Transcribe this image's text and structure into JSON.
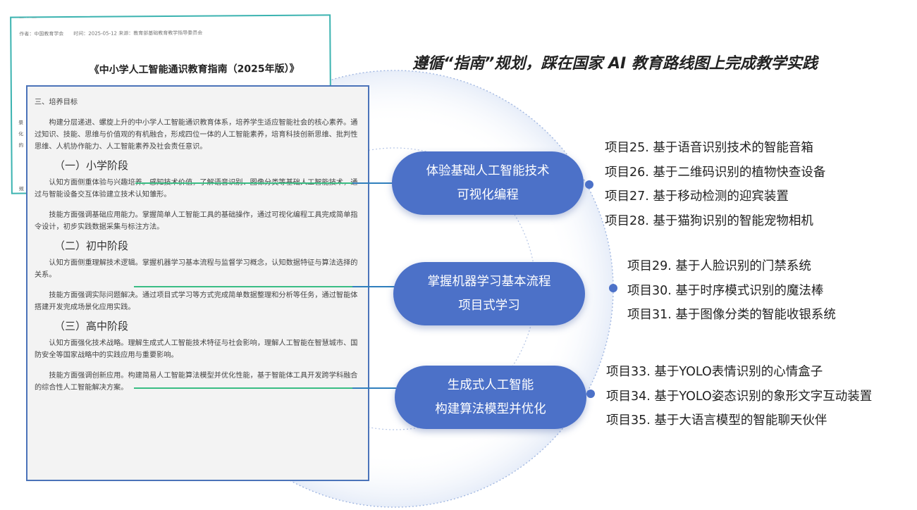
{
  "headline": "遵循“指南”规划，踩在国家 AI 教育路线图上完成教学实践",
  "back_doc": {
    "meta": "作者：中国教育学会　　时间：2025-05-12 来源：教育部基础教育教学指导委员会",
    "title": "《中小学人工智能通识教育指南（2025年版）》",
    "edge_fragments": [
      "景",
      "化",
      "的",
      "规"
    ]
  },
  "front_doc": {
    "section_heading": "三、培养目标",
    "intro": "构建分层递进、螺旋上升的中小学人工智能通识教育体系，培养学生适应智能社会的核心素养。通过知识、技能、思维与价值观的有机融合，形成四位一体的人工智能素养，培育科技创新思维、批判性思维、人机协作能力、人工智能素养及社会责任意识。",
    "stages": [
      {
        "title": "（一）小学阶段",
        "paras": [
          "认知方面侧重体验与兴趣培养。感知技术价值，了解语音识别、图像分类等基础人工智能技术，通过与智能设备交互体验建立技术认知雏形。",
          "技能方面强调基础应用能力。掌握简单人工智能工具的基础操作，通过可视化编程工具完成简单指令设计，初步实践数据采集与标注方法。"
        ]
      },
      {
        "title": "（二）初中阶段",
        "paras": [
          "认知方面侧重理解技术逻辑。掌握机器学习基本流程与监督学习概念，认知数据特征与算法选择的关系。",
          "技能方面强调实际问题解决。通过项目式学习等方式完成简单数据整理和分析等任务，通过智能体搭建开发完成场景化应用实践。"
        ]
      },
      {
        "title": "（三）高中阶段",
        "paras": [
          "认知方面强化技术战略。理解生成式人工智能技术特征与社会影响，理解人工智能在智慧城市、国防安全等国家战略中的实践应用与重要影响。",
          "技能方面强调创新应用。构建简易人工智能算法模型并优化性能，基于智能体工具开发跨学科融合的综合性人工智能解决方案。"
        ]
      }
    ]
  },
  "pills": [
    {
      "line1": "体验基础人工智能技术",
      "line2": "可视化编程"
    },
    {
      "line1": "掌握机器学习基本流程",
      "line2": "项目式学习"
    },
    {
      "line1": "生成式人工智能",
      "line2": "构建算法模型并优化"
    }
  ],
  "project_groups": [
    [
      "项目25. 基于语音识别技术的智能音箱",
      "项目26. 基于二维码识别的植物快查设备",
      "项目27. 基于移动检测的迎宾装置",
      "项目28. 基于猫狗识别的智能宠物相机"
    ],
    [
      "项目29. 基于人脸识别的门禁系统",
      "项目30. 基于时序模式识别的魔法棒",
      "项目31. 基于图像分类的智能收银系统"
    ],
    [
      "项目33. 基于YOLO表情识别的心情盒子",
      "项目34. 基于YOLO姿态识别的象形文字互动装置",
      "项目35. 基于大语言模型的智能聊天伙伴"
    ]
  ],
  "colors": {
    "pill": "#4c71c8",
    "connector_green": "#39bd84",
    "connector_blue": "#2f7fbd",
    "frame_teal": "#3bb3b0",
    "frame_blue": "#4b73b9"
  }
}
